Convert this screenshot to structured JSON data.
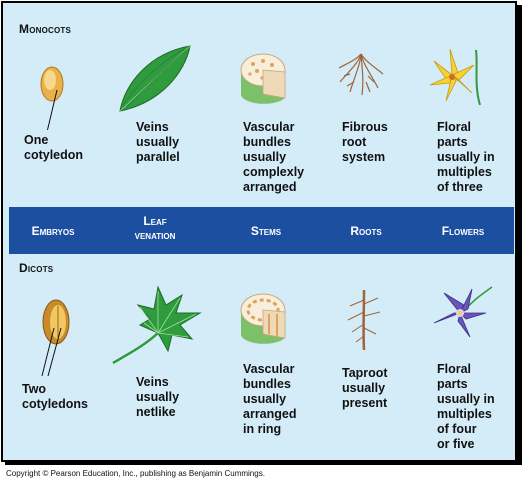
{
  "monocots": {
    "title": "Monocots",
    "captions": {
      "embryos": "One\ncotyledon",
      "leaf": "Veins\nusually\nparallel",
      "stems": "Vascular\nbundles\nusually\ncomplexly\narranged",
      "roots": "Fibrous\nroot\nsystem",
      "flowers": "Floral\nparts\nusually in\nmultiples\nof three"
    }
  },
  "band": {
    "embryos": "Embryos",
    "leaf": "Leaf\nvenation",
    "stems": "Stems",
    "roots": "Roots",
    "flowers": "Flowers"
  },
  "dicots": {
    "title": "Dicots",
    "captions": {
      "embryos": "Two\ncotyledons",
      "leaf": "Veins\nusually\nnetlike",
      "stems": "Vascular\nbundles\nusually\narranged\nin ring",
      "roots": "Taproot\nusually\npresent",
      "flowers": "Floral\nparts\nusually in\nmultiples\nof four\nor five"
    }
  },
  "colors": {
    "background": "#d4ecf8",
    "band": "#1d4fa0",
    "leaf_green": "#2f9a3e",
    "seed": "#e8b14a",
    "flower_yellow": "#f3d23a",
    "flower_purple": "#6a55b8"
  },
  "copyright": "Copyright © Pearson Education, Inc., publishing as Benjamin Cummings."
}
